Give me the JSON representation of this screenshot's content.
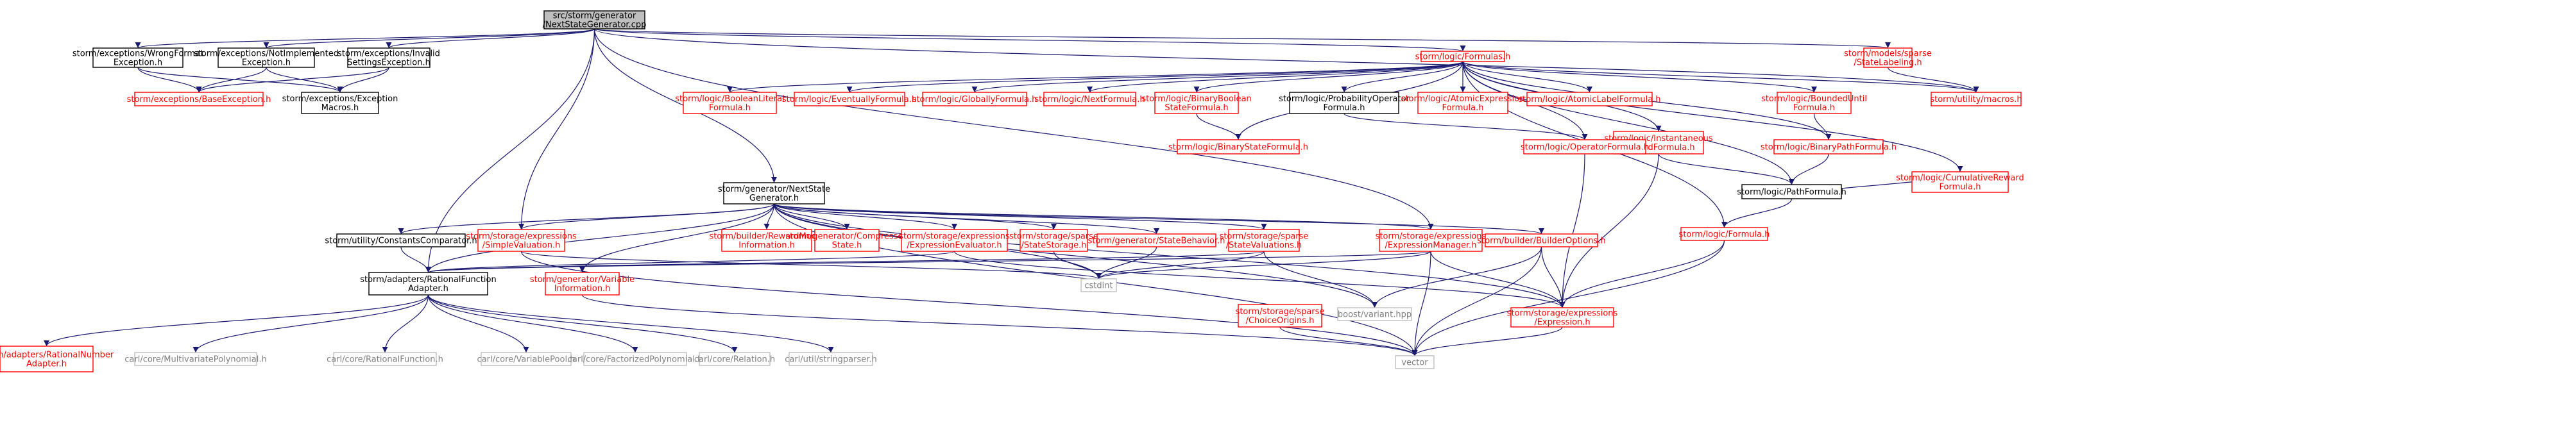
{
  "colors": {
    "edge": "#191970",
    "root_fill": "#bfbfbf",
    "root_border": "#000000",
    "doc_border": "#000000",
    "undoc_border": "#ff0000",
    "external_border": "#bfbfbf",
    "doc_text": "#000000",
    "undoc_text": "#ff0000",
    "external_text": "#808080"
  },
  "nodes": [
    {
      "id": "root",
      "kind": "root",
      "lines": [
        "src/storm/generator",
        "/NextStateGenerator.cpp"
      ]
    },
    {
      "id": "wrongformat",
      "kind": "doc",
      "lines": [
        "storm/exceptions/WrongFormat",
        "Exception.h"
      ]
    },
    {
      "id": "notimpl",
      "kind": "doc",
      "lines": [
        "storm/exceptions/NotImplemented",
        "Exception.h"
      ]
    },
    {
      "id": "invalidsettings",
      "kind": "doc",
      "lines": [
        "storm/exceptions/Invalid",
        "SettingsException.h"
      ]
    },
    {
      "id": "baseexception",
      "kind": "undoc",
      "lines": [
        "storm/exceptions/BaseException.h"
      ]
    },
    {
      "id": "exceptionmacros",
      "kind": "doc",
      "lines": [
        "storm/exceptions/Exception",
        "Macros.h"
      ]
    },
    {
      "id": "formulas",
      "kind": "undoc",
      "lines": [
        "storm/logic/Formulas.h"
      ]
    },
    {
      "id": "statelabeling",
      "kind": "undoc",
      "lines": [
        "storm/models/sparse",
        "/StateLabeling.h"
      ]
    },
    {
      "id": "macros",
      "kind": "undoc",
      "lines": [
        "storm/utility/macros.h"
      ]
    },
    {
      "id": "boolliteral",
      "kind": "undoc",
      "lines": [
        "storm/logic/BooleanLiteral",
        "Formula.h"
      ]
    },
    {
      "id": "eventually",
      "kind": "undoc",
      "lines": [
        "storm/logic/EventuallyFormula.h"
      ]
    },
    {
      "id": "globally",
      "kind": "undoc",
      "lines": [
        "storm/logic/GloballyFormula.h"
      ]
    },
    {
      "id": "next",
      "kind": "undoc",
      "lines": [
        "storm/logic/NextFormula.h"
      ]
    },
    {
      "id": "binarybool",
      "kind": "undoc",
      "lines": [
        "storm/logic/BinaryBoolean",
        "StateFormula.h"
      ]
    },
    {
      "id": "probop",
      "kind": "doc",
      "lines": [
        "storm/logic/ProbabilityOperator",
        "Formula.h"
      ]
    },
    {
      "id": "atomicexpr",
      "kind": "undoc",
      "lines": [
        "storm/logic/AtomicExpression",
        "Formula.h"
      ]
    },
    {
      "id": "atomiclabel",
      "kind": "undoc",
      "lines": [
        "storm/logic/AtomicLabelFormula.h"
      ]
    },
    {
      "id": "instreward",
      "kind": "undoc",
      "lines": [
        "storm/logic/Instantaneous",
        "RewardFormula.h"
      ]
    },
    {
      "id": "boundeduntil",
      "kind": "undoc",
      "lines": [
        "storm/logic/BoundedUntil",
        "Formula.h"
      ]
    },
    {
      "id": "cumreward",
      "kind": "undoc",
      "lines": [
        "storm/logic/CumulativeReward",
        "Formula.h"
      ]
    },
    {
      "id": "binarystate",
      "kind": "undoc",
      "lines": [
        "storm/logic/BinaryStateFormula.h"
      ]
    },
    {
      "id": "operatorformula",
      "kind": "undoc",
      "lines": [
        "storm/logic/OperatorFormula.h"
      ]
    },
    {
      "id": "binarypath",
      "kind": "undoc",
      "lines": [
        "storm/logic/BinaryPathFormula.h"
      ]
    },
    {
      "id": "pathformula",
      "kind": "doc",
      "lines": [
        "storm/logic/PathFormula.h"
      ]
    },
    {
      "id": "formula",
      "kind": "undoc",
      "lines": [
        "storm/logic/Formula.h"
      ]
    },
    {
      "id": "nsg_h",
      "kind": "doc",
      "lines": [
        "storm/generator/NextState",
        "Generator.h"
      ]
    },
    {
      "id": "constcomp",
      "kind": "doc",
      "lines": [
        "storm/utility/ConstantsComparator.h"
      ]
    },
    {
      "id": "simpleval",
      "kind": "undoc",
      "lines": [
        "storm/storage/expressions",
        "/SimpleValuation.h"
      ]
    },
    {
      "id": "rewardmodel",
      "kind": "undoc",
      "lines": [
        "storm/builder/RewardModel",
        "Information.h"
      ]
    },
    {
      "id": "compressed",
      "kind": "undoc",
      "lines": [
        "storm/generator/Compressed",
        "State.h"
      ]
    },
    {
      "id": "exprevaluator",
      "kind": "undoc",
      "lines": [
        "storm/storage/expressions",
        "/ExpressionEvaluator.h"
      ]
    },
    {
      "id": "statestorage",
      "kind": "undoc",
      "lines": [
        "storm/storage/sparse",
        "/StateStorage.h"
      ]
    },
    {
      "id": "statebehavior",
      "kind": "undoc",
      "lines": [
        "storm/generator/StateBehavior.h"
      ]
    },
    {
      "id": "statevaluations",
      "kind": "undoc",
      "lines": [
        "storm/storage/sparse",
        "/StateValuations.h"
      ]
    },
    {
      "id": "exprmanager",
      "kind": "undoc",
      "lines": [
        "storm/storage/expressions",
        "/ExpressionManager.h"
      ]
    },
    {
      "id": "builderoptions",
      "kind": "undoc",
      "lines": [
        "storm/builder/BuilderOptions.h"
      ]
    },
    {
      "id": "ratfunc",
      "kind": "doc",
      "lines": [
        "storm/adapters/RationalFunction",
        "Adapter.h"
      ]
    },
    {
      "id": "varinfo",
      "kind": "undoc",
      "lines": [
        "storm/generator/Variable",
        "Information.h"
      ]
    },
    {
      "id": "cstdint",
      "kind": "ext",
      "lines": [
        "cstdint"
      ]
    },
    {
      "id": "choiceorigins",
      "kind": "undoc",
      "lines": [
        "storm/storage/sparse",
        "/ChoiceOrigins.h"
      ]
    },
    {
      "id": "variant",
      "kind": "ext",
      "lines": [
        "boost/variant.hpp"
      ]
    },
    {
      "id": "expression",
      "kind": "undoc",
      "lines": [
        "storm/storage/expressions",
        "/Expression.h"
      ]
    },
    {
      "id": "ratnumber",
      "kind": "undoc",
      "lines": [
        "storm/adapters/RationalNumber",
        "Adapter.h"
      ]
    },
    {
      "id": "multivar",
      "kind": "ext",
      "lines": [
        "carl/core/MultivariatePolynomial.h"
      ]
    },
    {
      "id": "rationalfunction",
      "kind": "ext",
      "lines": [
        "carl/core/RationalFunction.h"
      ]
    },
    {
      "id": "variablepool",
      "kind": "ext",
      "lines": [
        "carl/core/VariablePool.h"
      ]
    },
    {
      "id": "factorized",
      "kind": "ext",
      "lines": [
        "carl/core/FactorizedPolynomial.h"
      ]
    },
    {
      "id": "relation",
      "kind": "ext",
      "lines": [
        "carl/core/Relation.h"
      ]
    },
    {
      "id": "stringparser",
      "kind": "ext",
      "lines": [
        "carl/util/stringparser.h"
      ]
    },
    {
      "id": "vector",
      "kind": "ext",
      "lines": [
        "vector"
      ]
    }
  ],
  "edges": [
    [
      "root",
      "wrongformat"
    ],
    [
      "root",
      "notimpl"
    ],
    [
      "root",
      "invalidsettings"
    ],
    [
      "root",
      "formulas"
    ],
    [
      "root",
      "statelabeling"
    ],
    [
      "root",
      "macros"
    ],
    [
      "root",
      "nsg_h"
    ],
    [
      "root",
      "simpleval"
    ],
    [
      "root",
      "ratfunc"
    ],
    [
      "root",
      "exprmanager"
    ],
    [
      "wrongformat",
      "baseexception"
    ],
    [
      "wrongformat",
      "exceptionmacros"
    ],
    [
      "notimpl",
      "baseexception"
    ],
    [
      "notimpl",
      "exceptionmacros"
    ],
    [
      "invalidsettings",
      "baseexception"
    ],
    [
      "invalidsettings",
      "exceptionmacros"
    ],
    [
      "statelabeling",
      "macros"
    ],
    [
      "formulas",
      "boolliteral"
    ],
    [
      "formulas",
      "eventually"
    ],
    [
      "formulas",
      "globally"
    ],
    [
      "formulas",
      "next"
    ],
    [
      "formulas",
      "binarybool"
    ],
    [
      "formulas",
      "probop"
    ],
    [
      "formulas",
      "atomicexpr"
    ],
    [
      "formulas",
      "atomiclabel"
    ],
    [
      "formulas",
      "instreward"
    ],
    [
      "formulas",
      "boundeduntil"
    ],
    [
      "formulas",
      "cumreward"
    ],
    [
      "formulas",
      "binarystate"
    ],
    [
      "formulas",
      "operatorformula"
    ],
    [
      "formulas",
      "binarypath"
    ],
    [
      "formulas",
      "pathformula"
    ],
    [
      "formulas",
      "formula"
    ],
    [
      "formulas",
      "macros"
    ],
    [
      "binarybool",
      "binarystate"
    ],
    [
      "probop",
      "operatorformula"
    ],
    [
      "boundeduntil",
      "binarypath"
    ],
    [
      "instreward",
      "pathformula"
    ],
    [
      "cumreward",
      "pathformula"
    ],
    [
      "binarypath",
      "pathformula"
    ],
    [
      "pathformula",
      "formula"
    ],
    [
      "operatorformula",
      "expression"
    ],
    [
      "instreward",
      "expression"
    ],
    [
      "formula",
      "expression"
    ],
    [
      "formula",
      "vector"
    ],
    [
      "nsg_h",
      "constcomp"
    ],
    [
      "nsg_h",
      "simpleval"
    ],
    [
      "nsg_h",
      "rewardmodel"
    ],
    [
      "nsg_h",
      "compressed"
    ],
    [
      "nsg_h",
      "exprevaluator"
    ],
    [
      "nsg_h",
      "statestorage"
    ],
    [
      "nsg_h",
      "statebehavior"
    ],
    [
      "nsg_h",
      "statevaluations"
    ],
    [
      "nsg_h",
      "exprmanager"
    ],
    [
      "nsg_h",
      "builderoptions"
    ],
    [
      "nsg_h",
      "varinfo"
    ],
    [
      "nsg_h",
      "ratfunc"
    ],
    [
      "nsg_h",
      "cstdint"
    ],
    [
      "nsg_h",
      "variant"
    ],
    [
      "nsg_h",
      "vector"
    ],
    [
      "nsg_h",
      "expression"
    ],
    [
      "constcomp",
      "ratfunc"
    ],
    [
      "simpleval",
      "cstdint"
    ],
    [
      "simpleval",
      "vector"
    ],
    [
      "exprevaluator",
      "ratfunc"
    ],
    [
      "exprevaluator",
      "expression"
    ],
    [
      "statestorage",
      "cstdint"
    ],
    [
      "statebehavior",
      "cstdint"
    ],
    [
      "statevaluations",
      "ratfunc"
    ],
    [
      "statevaluations",
      "cstdint"
    ],
    [
      "statevaluations",
      "variant"
    ],
    [
      "exprmanager",
      "ratfunc"
    ],
    [
      "exprmanager",
      "cstdint"
    ],
    [
      "exprmanager",
      "vector"
    ],
    [
      "exprmanager",
      "expression"
    ],
    [
      "builderoptions",
      "vector"
    ],
    [
      "builderoptions",
      "variant"
    ],
    [
      "builderoptions",
      "expression"
    ],
    [
      "varinfo",
      "vector"
    ],
    [
      "choiceorigins",
      "vector"
    ],
    [
      "expression",
      "vector"
    ],
    [
      "ratfunc",
      "ratnumber"
    ],
    [
      "ratfunc",
      "multivar"
    ],
    [
      "ratfunc",
      "rationalfunction"
    ],
    [
      "ratfunc",
      "variablepool"
    ],
    [
      "ratfunc",
      "factorized"
    ],
    [
      "ratfunc",
      "relation"
    ],
    [
      "ratfunc",
      "stringparser"
    ]
  ]
}
